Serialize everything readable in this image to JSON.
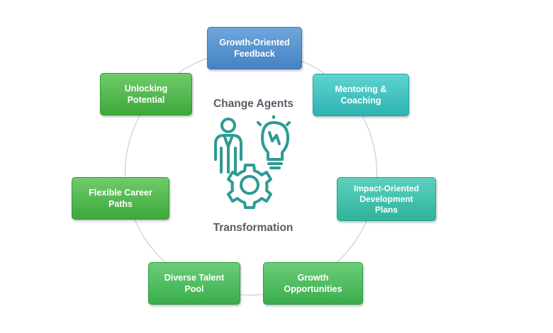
{
  "diagram": {
    "center_title": "Change Agents",
    "center_subtitle": "Transformation",
    "center_icons": [
      "person-icon",
      "lightbulb-icon",
      "gear-icon"
    ],
    "nodes": [
      {
        "label": [
          "Growth-Oriented",
          "Feedback"
        ],
        "color": "#5a93d2"
      },
      {
        "label": [
          "Mentoring &",
          "Coaching"
        ],
        "color": "#3fc1bf"
      },
      {
        "label": [
          "Impact-Oriented",
          "Development",
          "Plans"
        ],
        "color": "#3dbfa6"
      },
      {
        "label": [
          "Growth",
          "Opportunities"
        ],
        "color": "#45b65a"
      },
      {
        "label": [
          "Diverse Talent",
          "Pool"
        ],
        "color": "#4cb85a"
      },
      {
        "label": [
          "Flexible Career",
          "Paths"
        ],
        "color": "#52b94f"
      },
      {
        "label": [
          "Unlocking",
          "Potential"
        ],
        "color": "#55ba4f"
      }
    ],
    "icon_color": "#2e9a93",
    "ring_color": "#b9c9d0"
  }
}
